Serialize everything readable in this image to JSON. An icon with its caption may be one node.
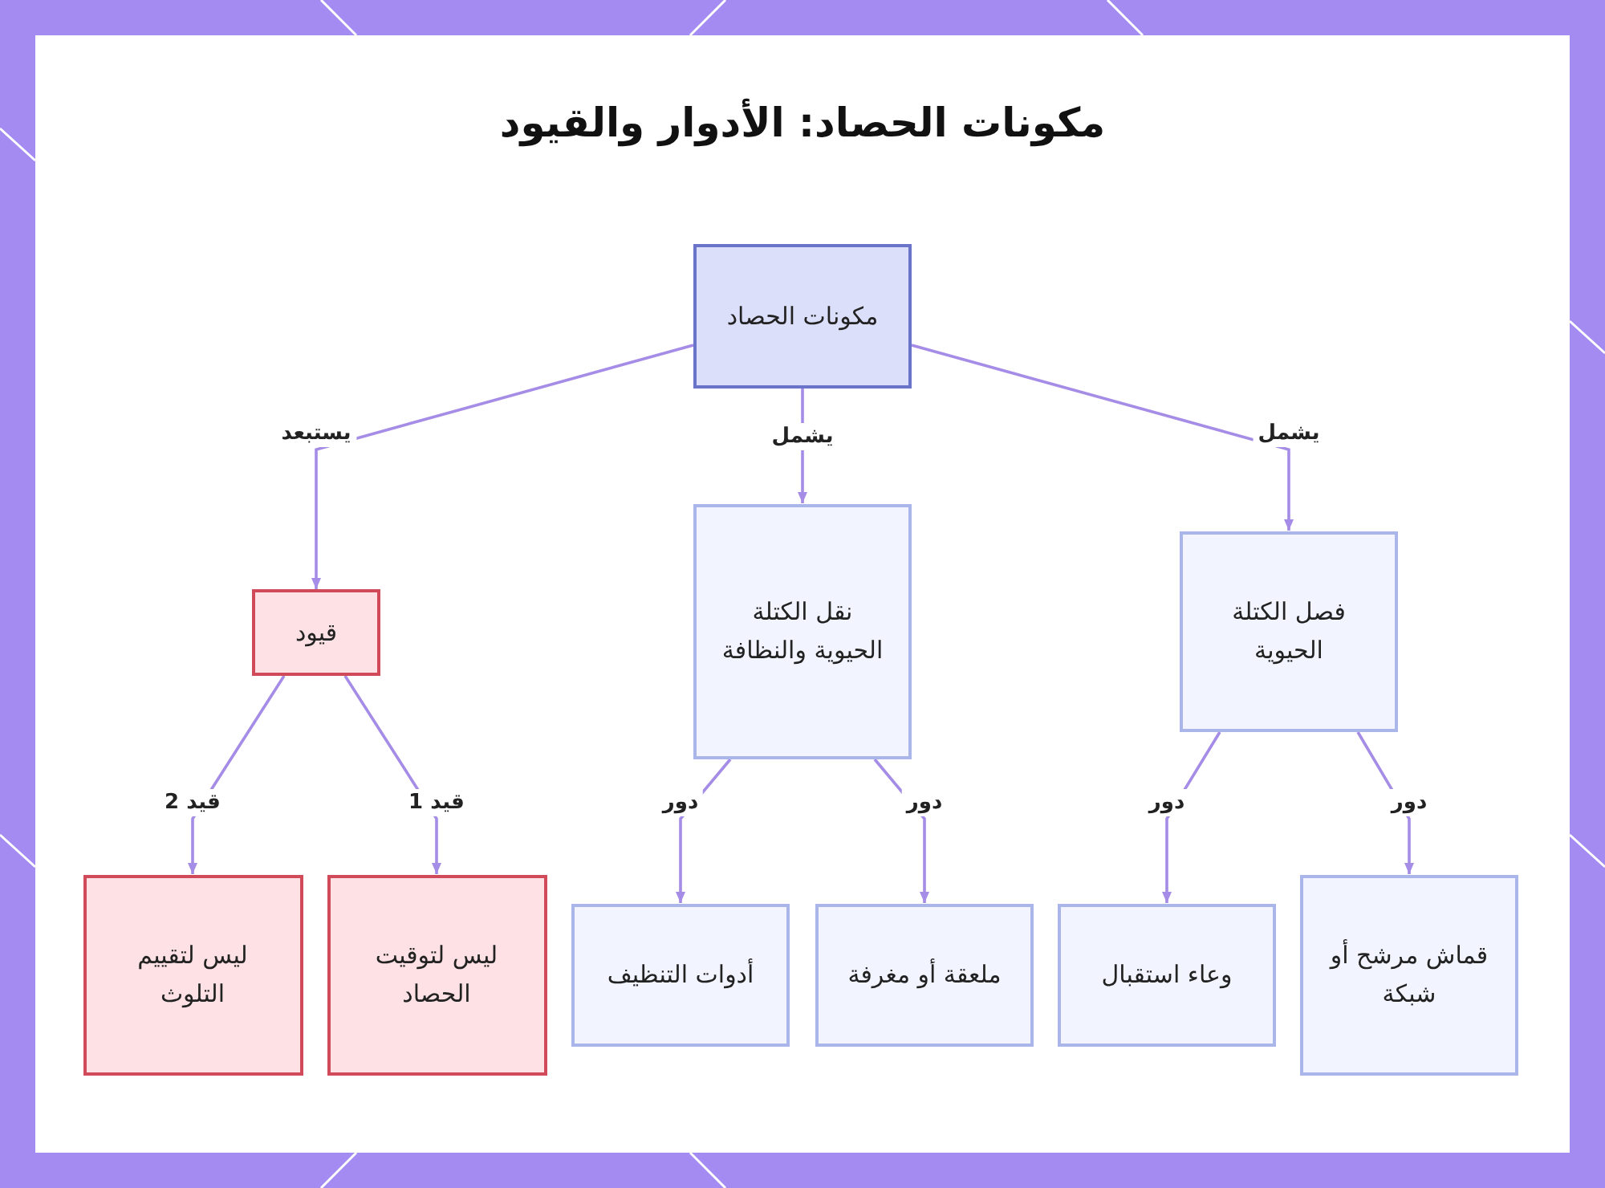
{
  "diagram": {
    "title": "مكونات الحصاد: الأدوار والقيود",
    "nodes": [
      {
        "text": [
          "مكونات الحصاد"
        ]
      },
      {
        "text": [
          "قيود"
        ]
      },
      {
        "text": [
          "نقل الكتلة الحيوية والنظافة"
        ]
      },
      {
        "text": [
          "فصل الكتلة الحيوية"
        ]
      },
      {
        "text": [
          "ليس لتقييم التلوث"
        ]
      },
      {
        "text": [
          "ليس لتوقيت الحصاد"
        ]
      },
      {
        "text": [
          "أدوات التنظيف"
        ]
      },
      {
        "text": [
          "ملعقة أو مغرفة"
        ]
      },
      {
        "text": [
          "وعاء استقبال"
        ]
      },
      {
        "text": [
          "قماش مرشح أو شبكة"
        ]
      }
    ],
    "edges": [
      {
        "from": 0,
        "to": 1,
        "arrow": "to",
        "label": "يستبعد"
      },
      {
        "from": 0,
        "to": 2,
        "arrow": "to",
        "label": "يشمل"
      },
      {
        "from": 0,
        "to": 3,
        "arrow": "to",
        "label": "يشمل"
      },
      {
        "from": 1,
        "to": 4,
        "arrow": "to",
        "label": "قيد 2"
      },
      {
        "from": 1,
        "to": 5,
        "arrow": "to",
        "label": "قيد 1"
      },
      {
        "from": 2,
        "to": 6,
        "arrow": "to",
        "label": "دور"
      },
      {
        "from": 2,
        "to": 7,
        "arrow": "to",
        "label": "دور"
      },
      {
        "from": 3,
        "to": 8,
        "arrow": "to",
        "label": "دور"
      },
      {
        "from": 3,
        "to": 9,
        "arrow": "to",
        "label": "دور"
      }
    ]
  }
}
